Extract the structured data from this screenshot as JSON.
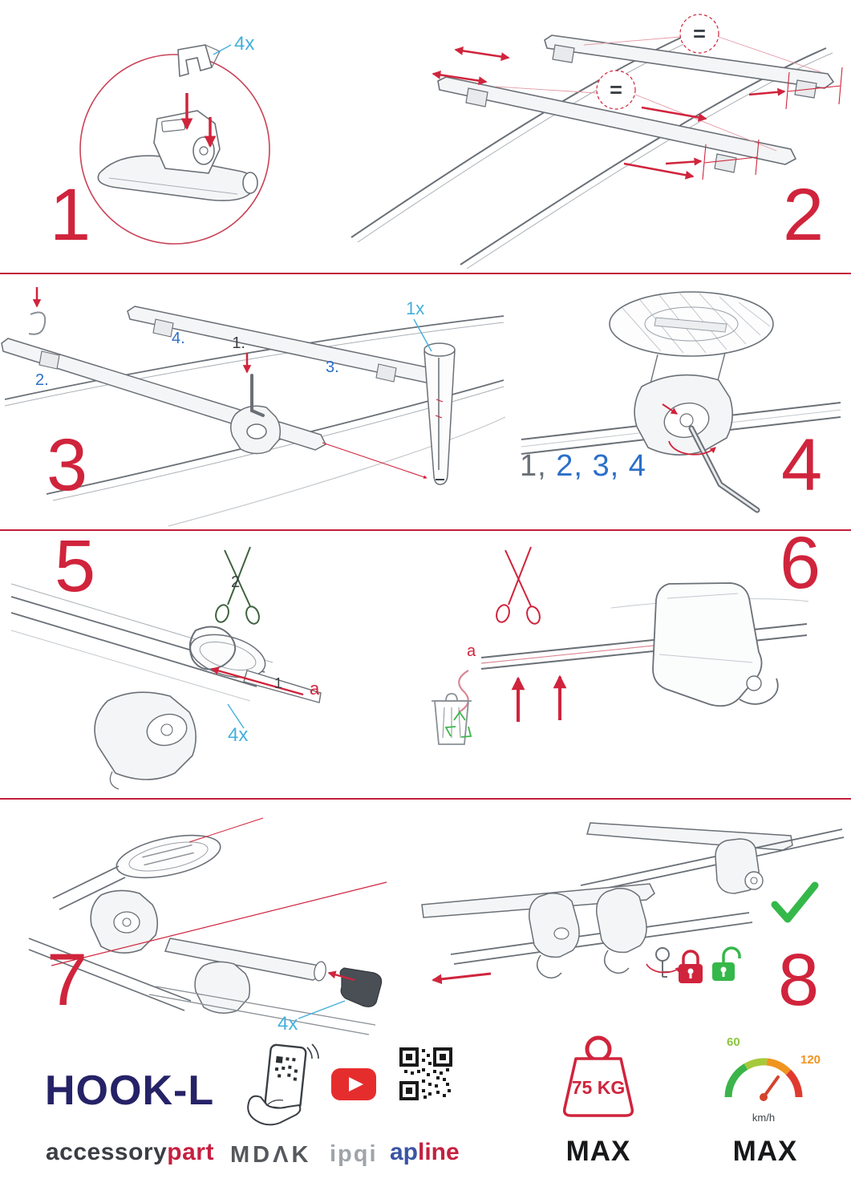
{
  "colors": {
    "accent_red": "#d0243c",
    "divider_red": "#c21f3a",
    "cyan_label": "#45b0dd",
    "blue_label": "#2b6fc9",
    "navy": "#262267",
    "green": "#35b84a",
    "line_gray": "#6a7077",
    "brand_red": "#c5203f",
    "youtube_red": "#e62d2d"
  },
  "steps": {
    "s1": {
      "number": "1",
      "qty": "4x"
    },
    "s2": {
      "number": "2",
      "equal": "="
    },
    "s3": {
      "number": "3",
      "qty": "1x",
      "l1": "1.",
      "l2": "2.",
      "l3": "3.",
      "l4": "4."
    },
    "s4": {
      "number": "4",
      "seq_gray": "1,",
      "seq_blue": " 2, 3, 4"
    },
    "s5": {
      "number": "5",
      "qty": "4x",
      "l1": "1",
      "l2": "2",
      "la": "a"
    },
    "s6": {
      "number": "6",
      "la": "a"
    },
    "s7": {
      "number": "7",
      "qty": "4x"
    },
    "s8": {
      "number": "8"
    }
  },
  "footer": {
    "product": "HOOK-L",
    "brand_black": "accessory",
    "brand_red": "part",
    "mdak": "MDΛK",
    "ipqi": "ipqi",
    "ap": "ap",
    "line": "line",
    "weight_value": "75 KG",
    "weight_max": "MAX",
    "speed_low": "60",
    "speed_high": "120",
    "speed_unit": "km/h",
    "speed_max": "MAX"
  },
  "icons": {
    "magnifier_circle": "zoom-circle-icon",
    "scissors": "scissors-icon",
    "recycle_bin": "recycle-bin-icon",
    "allen_key": "allen-key-icon",
    "check": "check-icon",
    "lock_closed": "lock-closed-icon",
    "lock_open": "lock-open-icon",
    "phone_scan": "phone-qr-scan-icon",
    "youtube": "youtube-play-icon",
    "qr_code": "qr-code-icon",
    "weight": "weight-max-icon",
    "speedometer": "speedometer-icon"
  }
}
